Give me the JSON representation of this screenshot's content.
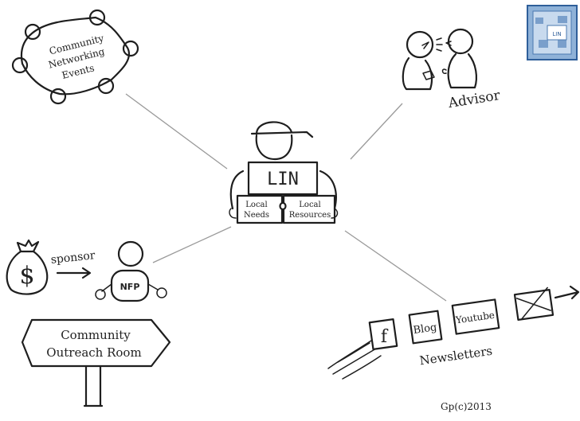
{
  "center": {
    "title": "LIN",
    "left_piece": [
      "Local",
      "Needs"
    ],
    "right_piece": [
      "Local",
      "Resources"
    ]
  },
  "networking": {
    "lines": [
      "Community",
      "Networking",
      "Events"
    ]
  },
  "advisor": {
    "label": "Advisor",
    "logo_text": "LIN"
  },
  "sponsor": {
    "label": "sponsor",
    "money_symbol": "$",
    "nfp_label": "NFP"
  },
  "outreach": {
    "lines": [
      "Community",
      "Outreach Room"
    ]
  },
  "social": {
    "facebook": "f",
    "blog": "Blog",
    "youtube": "Youtube",
    "newsletters": "Newsletters"
  },
  "signature": "Gp(c)2013"
}
